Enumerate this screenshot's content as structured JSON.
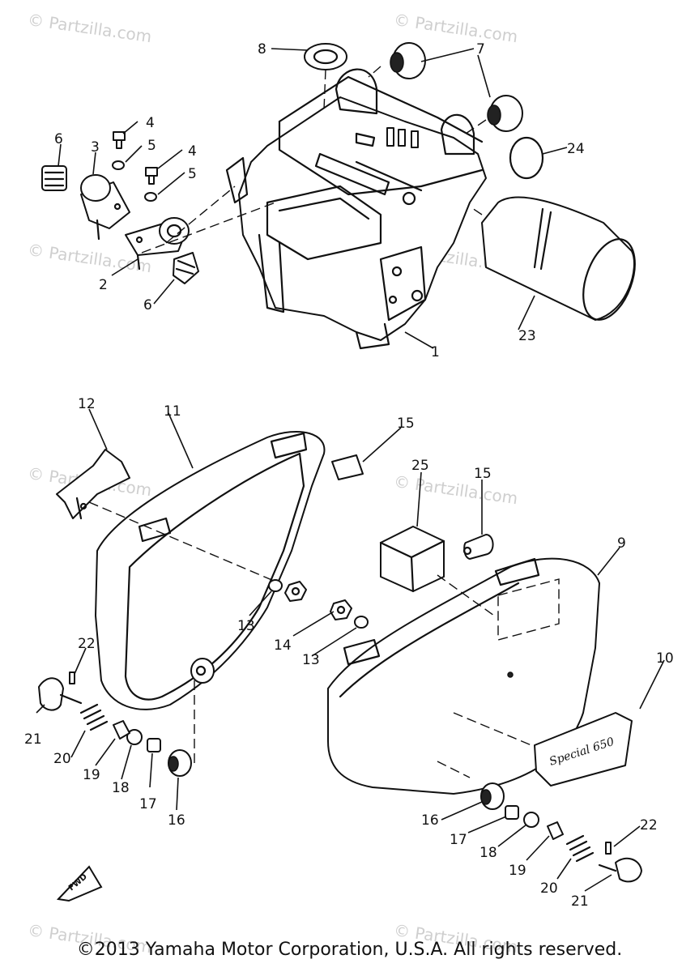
{
  "watermark": {
    "text": "© Partzilla.com"
  },
  "callouts": {
    "c1": "1",
    "c2": "2",
    "c3": "3",
    "c4a": "4",
    "c4b": "4",
    "c5a": "5",
    "c5b": "5",
    "c6a": "6",
    "c6b": "6",
    "c7": "7",
    "c8": "8",
    "c9": "9",
    "c10": "10",
    "c11": "11",
    "c12": "12",
    "c13a": "13",
    "c13b": "13",
    "c14": "14",
    "c15a": "15",
    "c15b": "15",
    "c16a": "16",
    "c16b": "16",
    "c17a": "17",
    "c17b": "17",
    "c18a": "18",
    "c18b": "18",
    "c19a": "19",
    "c19b": "19",
    "c20a": "20",
    "c20b": "20",
    "c21a": "21",
    "c21b": "21",
    "c22a": "22",
    "c22b": "22",
    "c23": "23",
    "c24": "24",
    "c25": "25"
  },
  "emblem_text": "Special 650",
  "fwd_label": "FWD",
  "copyright": "©2013 Yamaha Motor Corporation, U.S.A. All rights reserved."
}
